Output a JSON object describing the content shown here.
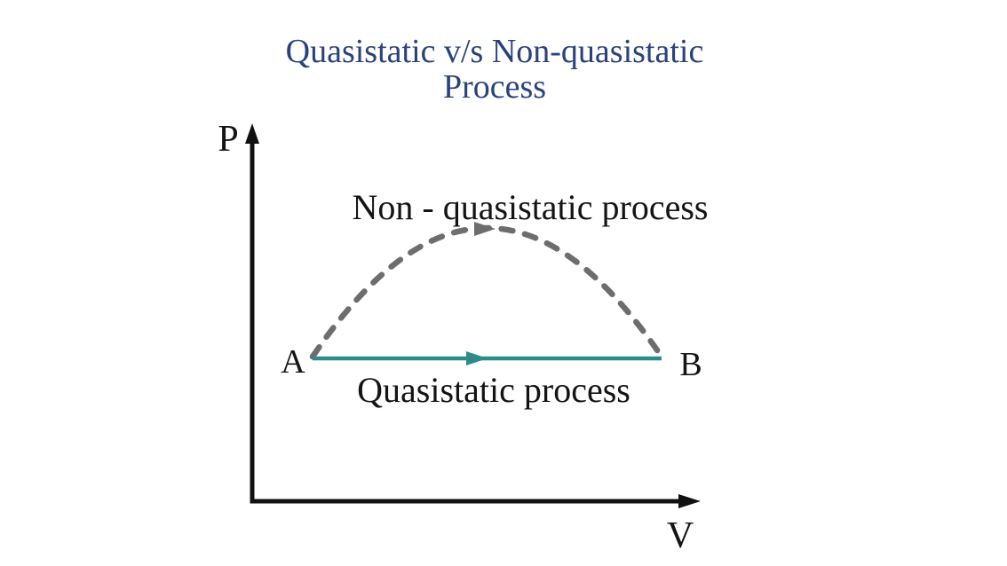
{
  "title": {
    "line1": "Quasistatic v/s Non-quasistatic",
    "line2": "Process"
  },
  "axes": {
    "y_label": "P",
    "x_label": "V"
  },
  "points": {
    "start_label": "A",
    "end_label": "B"
  },
  "curves": {
    "non_quasistatic": {
      "label": "Non - quasistatic process",
      "style": "dashed",
      "color": "#6D6D6D",
      "from": "A",
      "to": "B"
    },
    "quasistatic": {
      "label": "Quasistatic process",
      "style": "solid",
      "color": "#2E8B8B",
      "from": "A",
      "to": "B"
    }
  },
  "colors": {
    "title": "#29427C",
    "text": "#141414",
    "axis": "#111111",
    "background": "#FFFFFF"
  }
}
